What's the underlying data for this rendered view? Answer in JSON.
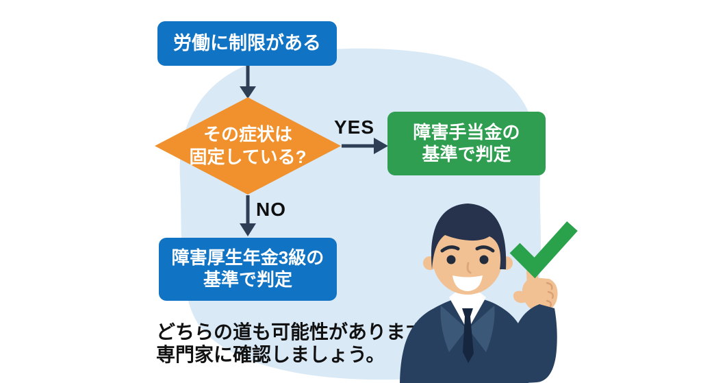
{
  "flowchart": {
    "start_box": {
      "label": "労働に制限がある"
    },
    "decision_diamond": {
      "line1": "その症状は",
      "line2": "固定している?"
    },
    "yes_label": "YES",
    "no_label": "NO",
    "yes_result_box": {
      "line1": "障害手当金の",
      "line2": "基準で判定"
    },
    "no_result_box": {
      "line1": "障害厚生年金3級の",
      "line2": "基準で判定"
    }
  },
  "footer": {
    "line1": "どちらの道も可能性があります!",
    "line2": "専門家に確認しましょう。"
  },
  "illustration": {
    "man": "businessman-pointing-up",
    "checkmark_icon": "green-check"
  },
  "colors": {
    "background": "#ffffff",
    "blob": "#d9e9f6",
    "process_box_blue": "#1173c3",
    "decision_orange": "#f0912d",
    "result_green": "#2f9e50",
    "arrow": "#2d3e55",
    "checkmark": "#2aa14b",
    "label_text": "#0f0f0f",
    "box_text": "#ffffff"
  }
}
